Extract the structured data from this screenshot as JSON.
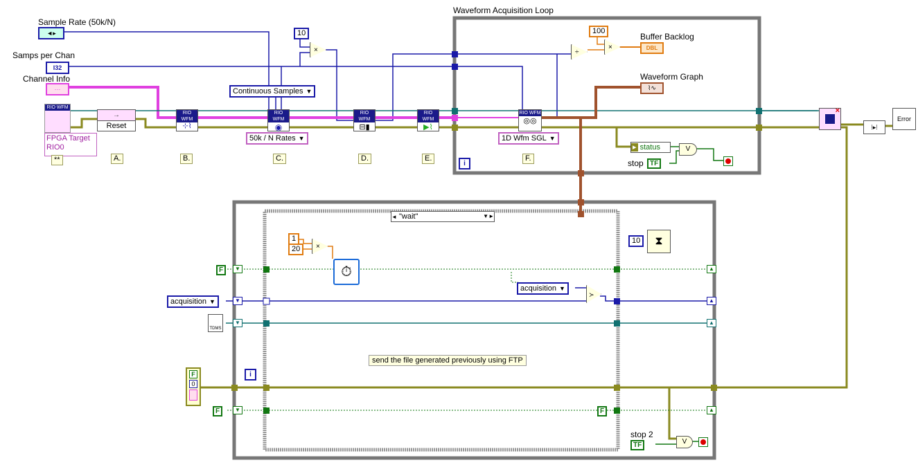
{
  "labels": {
    "sample_rate": "Sample Rate (50k/N)",
    "samps_per_chan": "Samps per Chan",
    "channel_info": "Channel Info",
    "loop_title": "Waveform Acquisition Loop",
    "buffer_backlog": "Buffer Backlog",
    "waveform_graph": "Waveform Graph",
    "status": "status",
    "stop": "stop",
    "stop2": "stop 2"
  },
  "controls": {
    "samps_type": "I32",
    "continuous_samples": "Continuous Samples",
    "rates": "50k / N Rates",
    "wfm_type": "1D Wfm SGL",
    "const_10_top": "10",
    "const_100": "100",
    "const_1": "1",
    "const_20": "20",
    "const_10_wait": "10",
    "case_selector": "\"wait\"",
    "acquisition_in": "acquisition",
    "acquisition_case": "acquisition",
    "false_const": "F",
    "zero_const": "0",
    "tf_label": "TF",
    "dbl_label": "DBL",
    "fpga_target": "FPGA Target\nRIO0",
    "reset": "Reset",
    "wildcard": "**",
    "iter": "i",
    "tdms": "TDMS",
    "error": "Error"
  },
  "steps": [
    "A.",
    "B.",
    "C.",
    "D.",
    "E.",
    "F."
  ],
  "node_header": "RIO WFM",
  "comment": "send the file generated previously using FTP",
  "colors": {
    "pink_wire": "#e040e0",
    "error_wire": "#8a8a20",
    "blue_wire": "#1a1aa8",
    "teal_wire": "#107070",
    "orange_wire": "#e07b10",
    "loop_frame": "#777777"
  }
}
